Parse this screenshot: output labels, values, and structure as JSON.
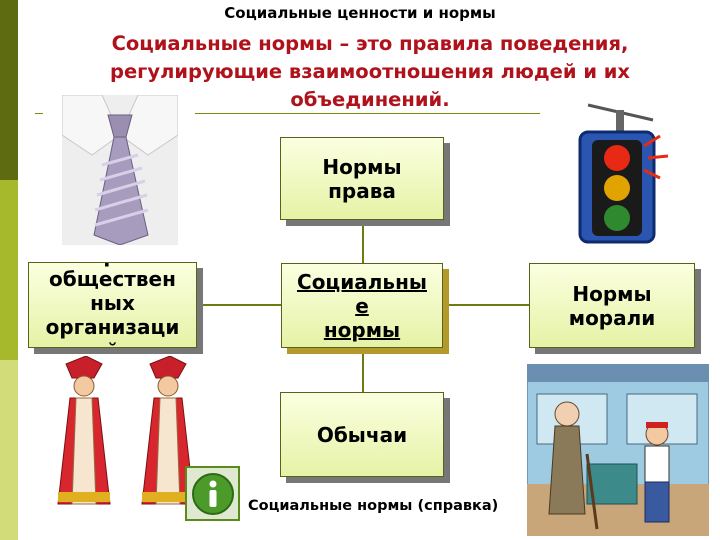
{
  "slide": {
    "title": "Социальные ценности и нормы",
    "definition": "Социальные нормы – это правила поведения, регулирующие взаимоотношения людей и их объединений."
  },
  "diagram": {
    "center": "Социальны\nе\nнормы",
    "top": "Нормы\nправа",
    "left": "Нормы\nобществен\nных\nорганизаци\nй",
    "right": "Нормы\nморали",
    "bottom": "Обычаи"
  },
  "footer": {
    "info_link": "Социальные нормы (справка)"
  },
  "icons": [
    "info-icon",
    "tie-image",
    "traffic-light-image",
    "folk-costume-image",
    "bus-scene-image"
  ],
  "colors": {
    "definition_text": "#b0121b",
    "box_fill": "#f0f8c0",
    "stripe_dark": "#5f6b10",
    "stripe_mid": "#a6b82b",
    "stripe_light": "#d2dd7a"
  }
}
